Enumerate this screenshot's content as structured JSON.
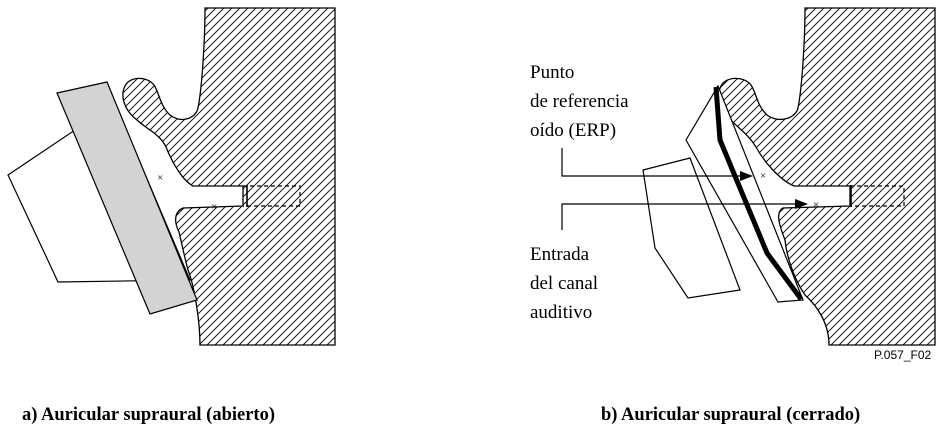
{
  "figure_code": "P.057_F02",
  "panel_a": {
    "caption": "a) Auricular supraural (abierto)"
  },
  "panel_b": {
    "caption": "b) Auricular supraural (cerrado)",
    "label_erp": [
      "Punto",
      "de referencia",
      "oído (ERP)"
    ],
    "label_canal": [
      "Entrada",
      "del canal",
      "auditivo"
    ]
  }
}
